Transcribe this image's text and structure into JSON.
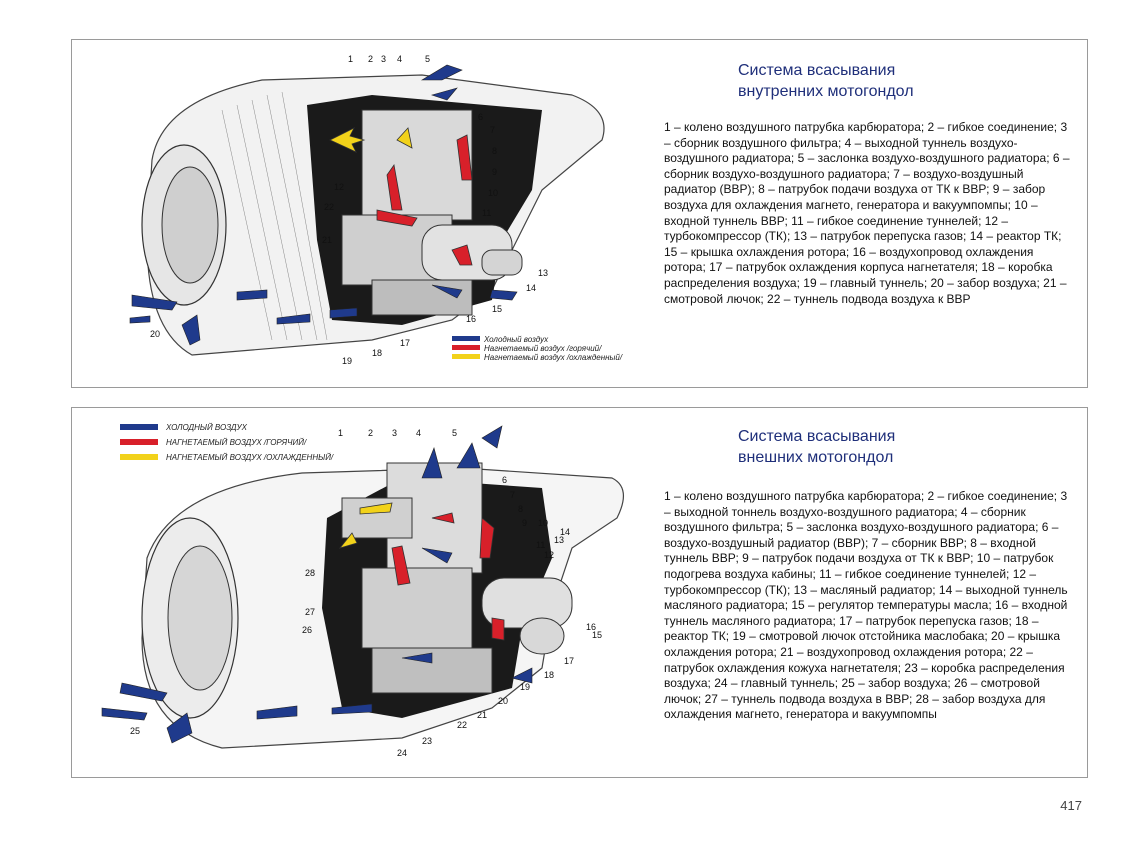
{
  "panels": [
    {
      "title_line1": "Система всасывания",
      "title_line2": "внутренних мотогондол",
      "description": "1 – колено воздушного патрубка карбюратора; 2 – гибкое соединение; 3 – сборник воздушного фильтра; 4 – выходной туннель воздухо-воздушного радиатора; 5 – заслонка воздухо-воздушного радиатора; 6 – сборник воздухо-воздушного радиатора; 7 – воздухо-воздушный радиатор (ВВР); 8 – патрубок подачи воздуха от ТК к ВВР; 9 – забор воздуха для охлаждения магнето, генератора и вакуумпомпы; 10 – входной туннель ВВР; 11 – гибкое соединение туннелей; 12 – турбокомпрессор (ТК); 13 – патрубок перепуска газов; 14 – реактор ТК; 15 – крышка охлаждения ротора; 16 – воздухопровод охлаждения ротора; 17 – патрубок охлаждения корпуса нагнетателя; 18 – коробка распределения воздуха; 19 – главный туннель; 20 – забор воздуха; 21 – смотровой лючок; 22 – туннель подвода воздуха к ВВР",
      "legend": [
        "Холодный воздух",
        "Нагнетаемый воздух /горячий/",
        "Нагнетаемый воздух /охлажденный/"
      ],
      "callouts": [
        "1",
        "2",
        "3",
        "4",
        "5",
        "6",
        "7",
        "8",
        "9",
        "10",
        "11",
        "12",
        "13",
        "14",
        "15",
        "16",
        "17",
        "18",
        "19",
        "20",
        "21",
        "22"
      ]
    },
    {
      "title_line1": "Система всасывания",
      "title_line2": "внешних мотогондол",
      "description": "1 – колено воздушного патрубка карбюратора; 2 – гибкое соединение; 3 – выходной тоннель воздухо-воздушного радиатора; 4 – сборник воздушного фильтра; 5 – заслонка воздухо-воздушного радиатора; 6 – воздухо-воздушный радиатор (ВВР); 7 – сборник ВВР; 8 – входной туннель ВВР; 9 – патрубок подачи воздуха от ТК к ВВР; 10 – патрубок подогрева воздуха кабины; 11 – гибкое соединение туннелей; 12 – турбокомпрессор (ТК); 13 – масляный радиатор; 14 – выходной туннель масляного радиатора; 15 – регулятор температуры масла; 16 – входной туннель масляного радиатора; 17 – патрубок перепуска газов; 18 – реактор ТК; 19 – смотровой лючок отстойника маслобака; 20 – крышка охлаждения ротора; 21 – воздухопровод охлаждения ротора; 22 – патрубок охлаждения кожуха нагнетателя; 23 – коробка распределения воздуха; 24 – главный туннель; 25 – забор воздуха; 26 – смотровой лючок; 27 – туннель подвода воздуха в ВВР; 28 – забор воздуха для охлаждения магнето, генератора и вакуумпомпы",
      "legend": [
        "ХОЛОДНЫЙ ВОЗДУХ",
        "НАГНЕТАЕМЫЙ ВОЗДУХ /ГОРЯЧИЙ/",
        "НАГНЕТАЕМЫЙ ВОЗДУХ /ОХЛАЖДЕННЫЙ/"
      ],
      "callouts": [
        "1",
        "2",
        "3",
        "4",
        "5",
        "6",
        "7",
        "8",
        "9",
        "10",
        "11",
        "12",
        "13",
        "14",
        "15",
        "16",
        "17",
        "18",
        "19",
        "20",
        "21",
        "22",
        "23",
        "24",
        "25",
        "26",
        "27",
        "28"
      ]
    }
  ],
  "page_number": "417",
  "colors": {
    "title": "#1f2f7a",
    "cold_air": "#1f3a8c",
    "hot_air": "#d8202a",
    "cooled_air": "#f2d21a",
    "frame": "#9a9a9a"
  }
}
